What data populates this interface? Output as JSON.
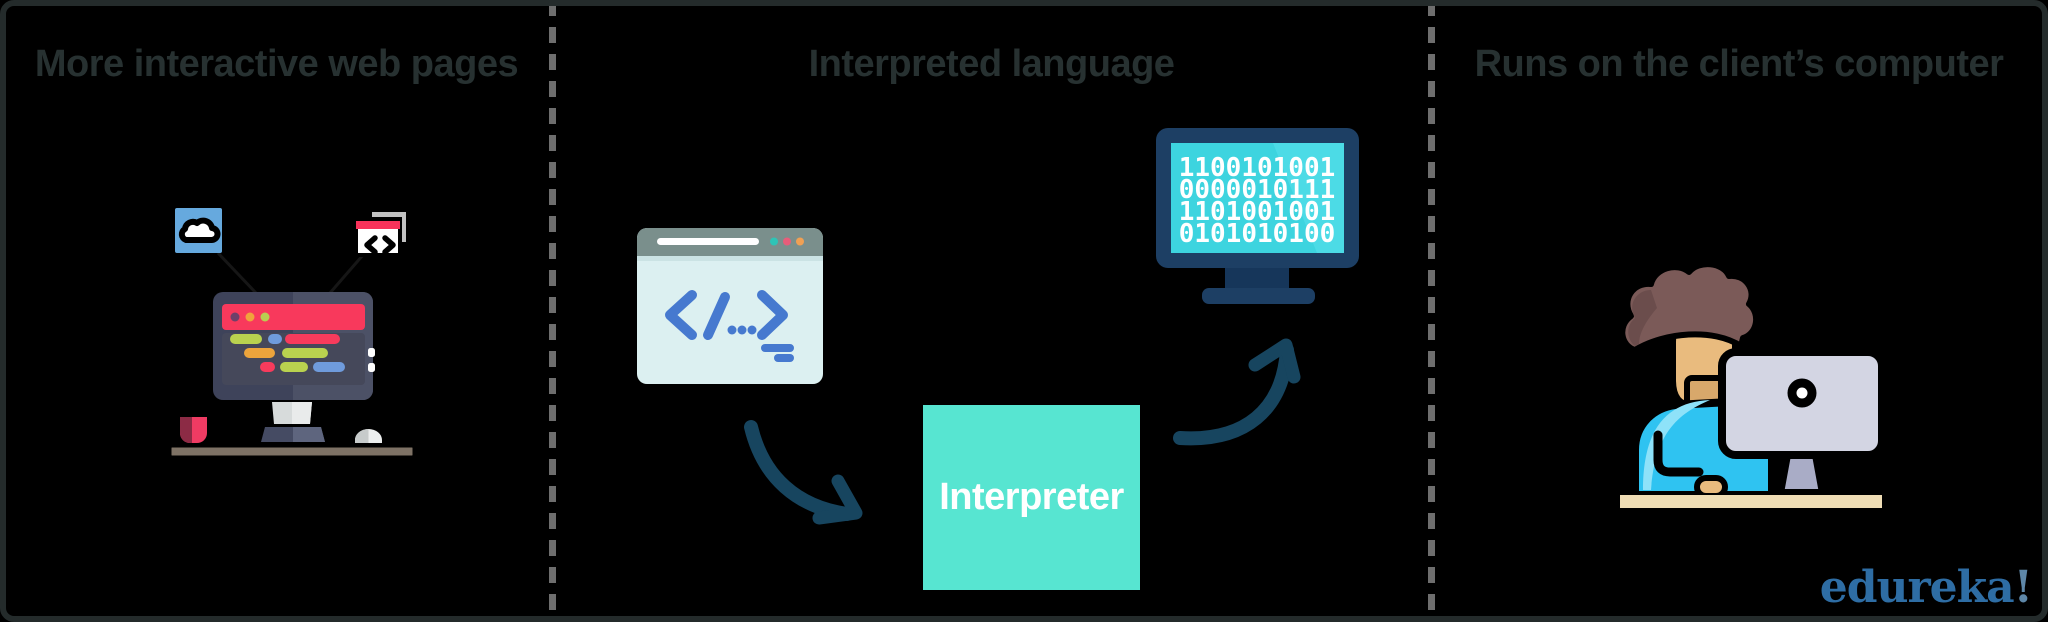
{
  "canvas": {
    "background": "#000000",
    "border_color": "#242b2b",
    "divider_color": "#6e6e6e"
  },
  "panels": [
    {
      "title": "More interactive web pages",
      "illustration": "developer-workstation-with-cloud-and-code-icons"
    },
    {
      "title": "Interpreted language",
      "illustration": "browser-code-to-interpreter-to-binary-monitor",
      "interpreter_label": "Interpreter",
      "binary_rows": [
        "1100101001",
        "0000010111",
        "1101001001",
        "0101010100"
      ]
    },
    {
      "title": "Runs on the client’s computer",
      "illustration": "person-working-at-computer"
    }
  ],
  "logo": {
    "text": "edureka",
    "suffix": "!"
  },
  "colors": {
    "title_text": "#273131",
    "interpreter_box": "#57e5d1",
    "interpreter_text": "#ffffff",
    "arrow": "#17455f",
    "binary_screen": "#3dd4df",
    "binary_frame": "#1d3f64",
    "logo_blue": "#2e6da4"
  }
}
